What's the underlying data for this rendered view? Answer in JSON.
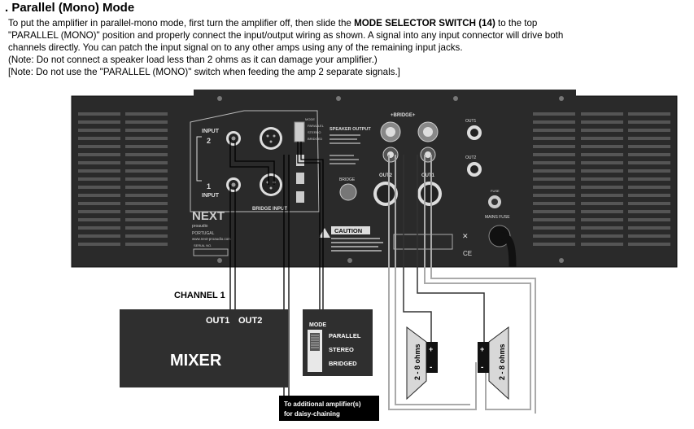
{
  "title": ". Parallel (Mono) Mode",
  "paragraph": {
    "line1_prefix": "To put the amplifier in parallel-mono mode, first turn the amplifier off, then slide the ",
    "line1_bold": "MODE SELECTOR SWITCH (14)",
    "line1_suffix": " to the top",
    "line2": "\"PARALLEL (MONO)\" position and properly connect the input/output wiring as shown.  A signal into any input connector will drive both",
    "line3": "channels directly. You can patch the input signal on to any other amps using any of the remaining input jacks.",
    "note1": "(Note: Do not connect a speaker load less than 2 ohms as it can damage your amplifier.)",
    "note2": "[Note:  Do not use the \"PARALLEL (MONO)\" switch when feeding the amp 2 separate signals.]"
  },
  "amp_panel": {
    "input_label": "INPUT",
    "input_2": "2",
    "input_1": "1",
    "bridge_input": "BRIDGE INPUT",
    "mode": "MODE",
    "parallel": "PARALLEL",
    "stereo": "STEREO",
    "bridged": "BRIDGED",
    "speaker_output": "SPEAKER OUTPUT",
    "bridge_top": "+BRIDGE+",
    "bridge_label": "BRIDGE",
    "out1": "OUT1",
    "out2": "OUT2",
    "out2_small": "OUT2",
    "out1_small": "OUT1",
    "mains_fuse": "MAINS FUSE",
    "fuse": "FUSE",
    "caution": "CAUTION",
    "brand": "NEXT",
    "brand_sub": "proaudio",
    "country": "PORTUGAL",
    "website": "www.next-proaudio.com",
    "serial": "SERIAL NO.",
    "plus": "+",
    "minus": "-"
  },
  "channel_1": "CHANNEL 1",
  "mixer": {
    "label": "MIXER",
    "out1": "OUT1",
    "out2": "OUT2"
  },
  "mode_switch": {
    "title": "MODE",
    "parallel": "PARALLEL",
    "stereo": "STEREO",
    "bridged": "BRIDGED"
  },
  "daisy_chain": {
    "line1": "To additional amplifier(s)",
    "line2": "for daisy-chaining"
  },
  "speakers": {
    "left_ohms": "2 - 8 ohms",
    "right_ohms": "2 - 8 ohms",
    "plus": "+",
    "minus": "-"
  }
}
